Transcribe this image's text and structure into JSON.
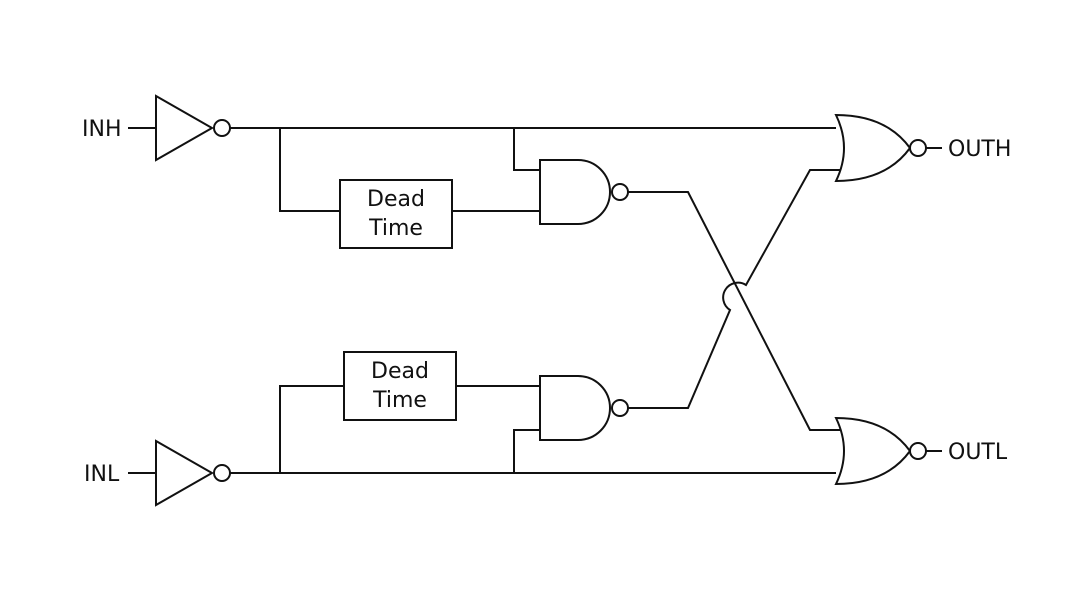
{
  "diagram": {
    "inputs": {
      "high": "INH",
      "low": "INL"
    },
    "outputs": {
      "high": "OUTH",
      "low": "OUTL"
    },
    "dead_time_upper": {
      "line1": "Dead",
      "line2": "Time"
    },
    "dead_time_lower": {
      "line1": "Dead",
      "line2": "Time"
    },
    "colors": {
      "stroke": "#111111",
      "background": "#ffffff"
    }
  }
}
